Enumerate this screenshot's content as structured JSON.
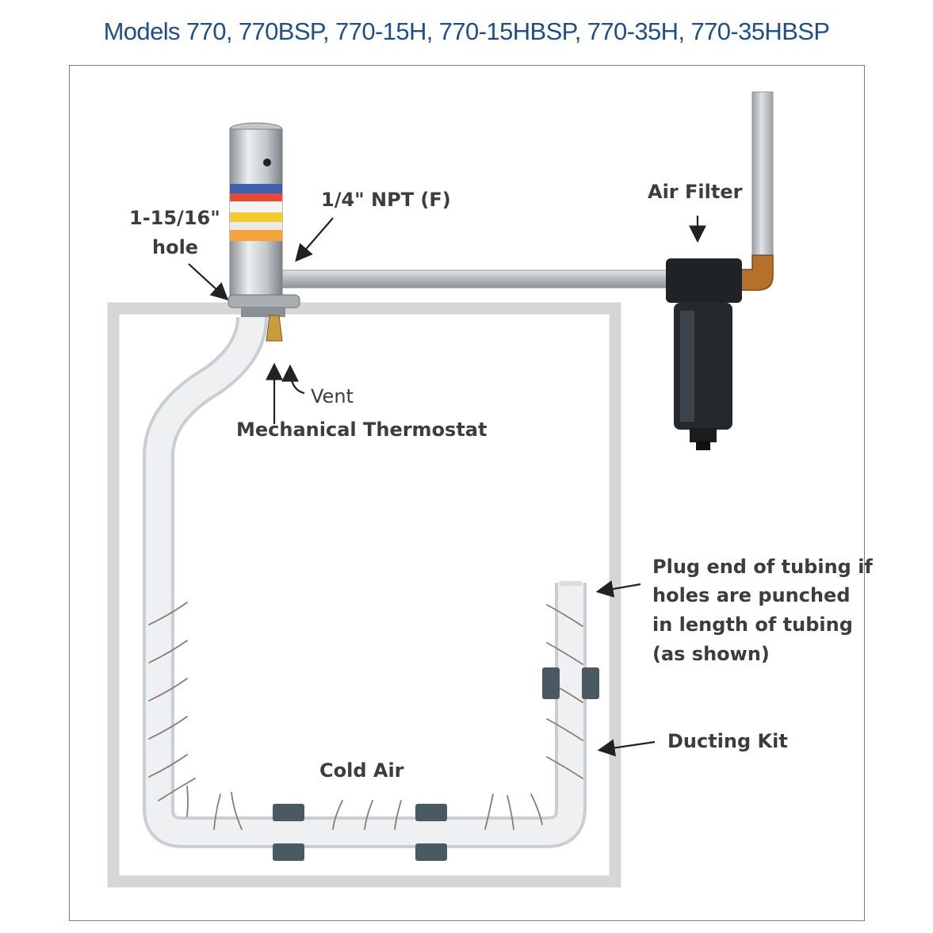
{
  "title": "Models 770, 770BSP, 770-15H, 770-15HBSP, 770-35H, 770-35HBSP",
  "labels": {
    "hole_line1": "1-15/16\"",
    "hole_line2": "hole",
    "npt": "1/4\" NPT (F)",
    "air_filter": "Air Filter",
    "vent": "Vent",
    "mechanical_thermostat": "Mechanical Thermostat",
    "plug_line1": "Plug end of tubing if",
    "plug_line2": "holes are punched",
    "plug_line3": "in length of tubing",
    "plug_line4": "(as shown)",
    "ducting_kit": "Ducting Kit",
    "cold_air": "Cold Air"
  },
  "colors": {
    "title": "#1c4f8c",
    "label_text": "#3d3d3d",
    "enclosure": "#d6d6d6",
    "frame_border": "#8a7c70",
    "tubing": "#e9ecef",
    "clamp": "#4a5a63",
    "filter_body": "#1f2326",
    "elbow": "#b5712a",
    "pipe": "#b9bec3"
  }
}
